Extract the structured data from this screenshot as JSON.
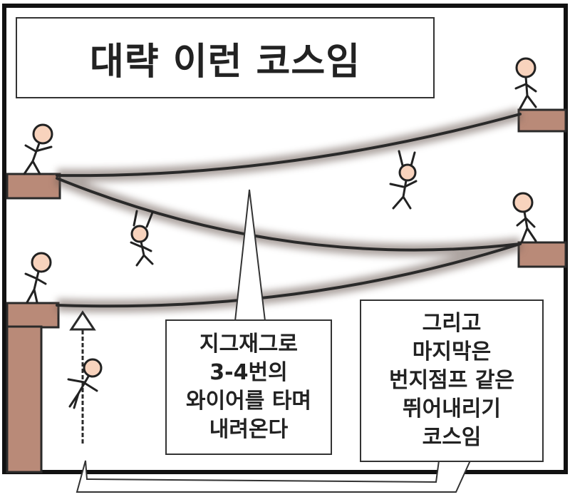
{
  "title": "대략 이런 코스임",
  "bubble_zigzag": {
    "lines": [
      "지그재그로",
      "3-4번의",
      "와이어를 타며",
      "내려온다"
    ]
  },
  "bubble_jump": {
    "lines": [
      "그리고",
      "마지막은",
      "번지점프 같은",
      "뛰어내리기",
      "코스임"
    ]
  },
  "colors": {
    "platform": "#b98a78",
    "skin": "#f8d3bd",
    "ink": "#222222",
    "wire_shadow": "#6b5a52"
  }
}
